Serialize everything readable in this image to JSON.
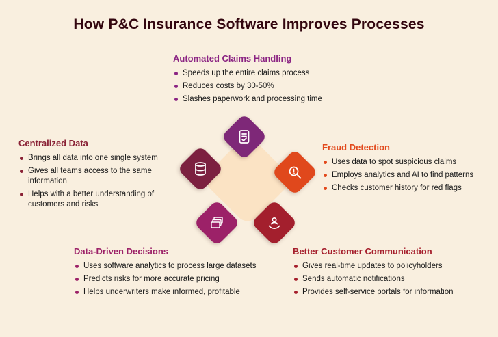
{
  "title": "How P&C Insurance Software Improves Processes",
  "colors": {
    "background": "#f9efdf",
    "title_text": "#33060f",
    "center_diamond": "#fbe3c4",
    "claims_accent": "#8b2483",
    "centralized_accent": "#8a2236",
    "fraud_accent": "#e2491c",
    "decisions_accent": "#9c2168",
    "customer_accent": "#a51e2c",
    "claims_diamond": "#7e2878",
    "centralized_diamond": "#7c2040",
    "fraud_diamond": "#e0481c",
    "decisions_diamond": "#9c2168",
    "customer_diamond": "#a31f2d"
  },
  "sections": [
    {
      "id": "claims",
      "heading": "Automated Claims Handling",
      "icon": "claims-document-icon",
      "bullets": [
        "Speeds up the entire claims process",
        "Reduces costs by 30-50%",
        "Slashes paperwork and processing time"
      ]
    },
    {
      "id": "centralized",
      "heading": "Centralized Data",
      "icon": "database-icon",
      "bullets": [
        "Brings all data into one single system",
        "Gives all teams access to the same information",
        "Helps with a better understanding of customers and risks"
      ]
    },
    {
      "id": "fraud",
      "heading": "Fraud Detection",
      "icon": "fraud-magnifier-icon",
      "bullets": [
        "Uses data to spot suspicious claims",
        "Employs analytics and AI to find patterns",
        "Checks customer history for red flags"
      ]
    },
    {
      "id": "decisions",
      "heading": "Data-Driven Decisions",
      "icon": "folders-icon",
      "bullets": [
        "Uses software analytics to process large datasets",
        "Predicts risks for more accurate pricing",
        "Helps underwriters make informed, profitable"
      ]
    },
    {
      "id": "customer",
      "heading": "Better Customer Communication",
      "icon": "customer-care-icon",
      "bullets": [
        "Gives real-time updates to policyholders",
        "Sends automatic notifications",
        "Provides self-service portals for information"
      ]
    }
  ]
}
